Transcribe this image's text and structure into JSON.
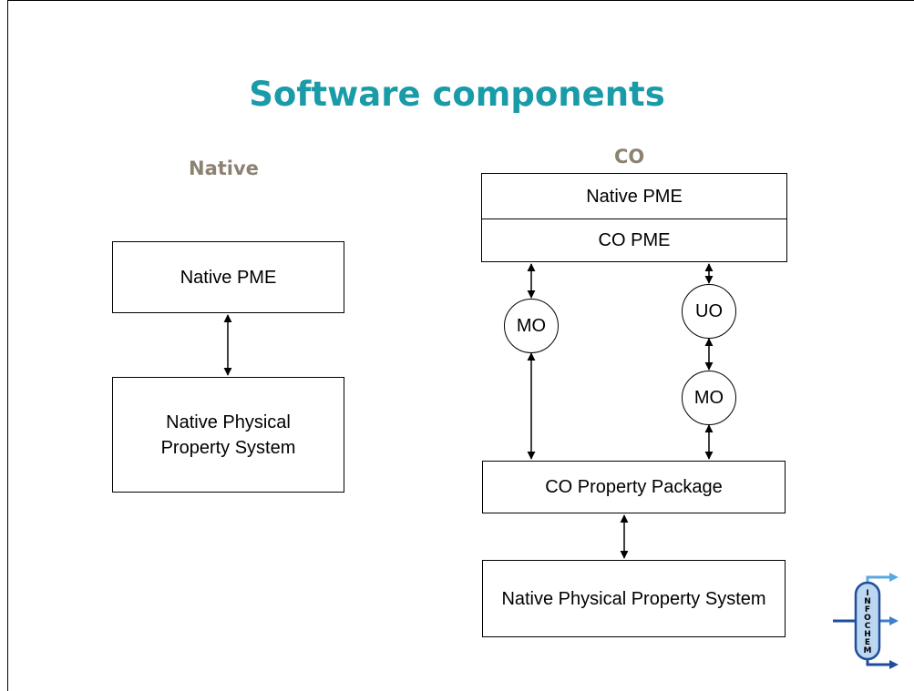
{
  "slide": {
    "title": "Software components",
    "left_heading": "Native",
    "right_heading": "CO",
    "left": {
      "pme": "Native PME",
      "property_system": "Native Physical Property System"
    },
    "right": {
      "native_pme": "Native PME",
      "co_pme": "CO PME",
      "mo_left": "MO",
      "uo": "UO",
      "mo_right": "MO",
      "property_package": "CO Property Package",
      "property_system": "Native Physical Property System"
    },
    "logo_text": "INFOCHEM"
  },
  "colors": {
    "title": "#1a9ba8",
    "subheading": "#8c8271",
    "logo_arrow_light": "#5aa8e0",
    "logo_arrow_dark": "#1f4e9c"
  }
}
